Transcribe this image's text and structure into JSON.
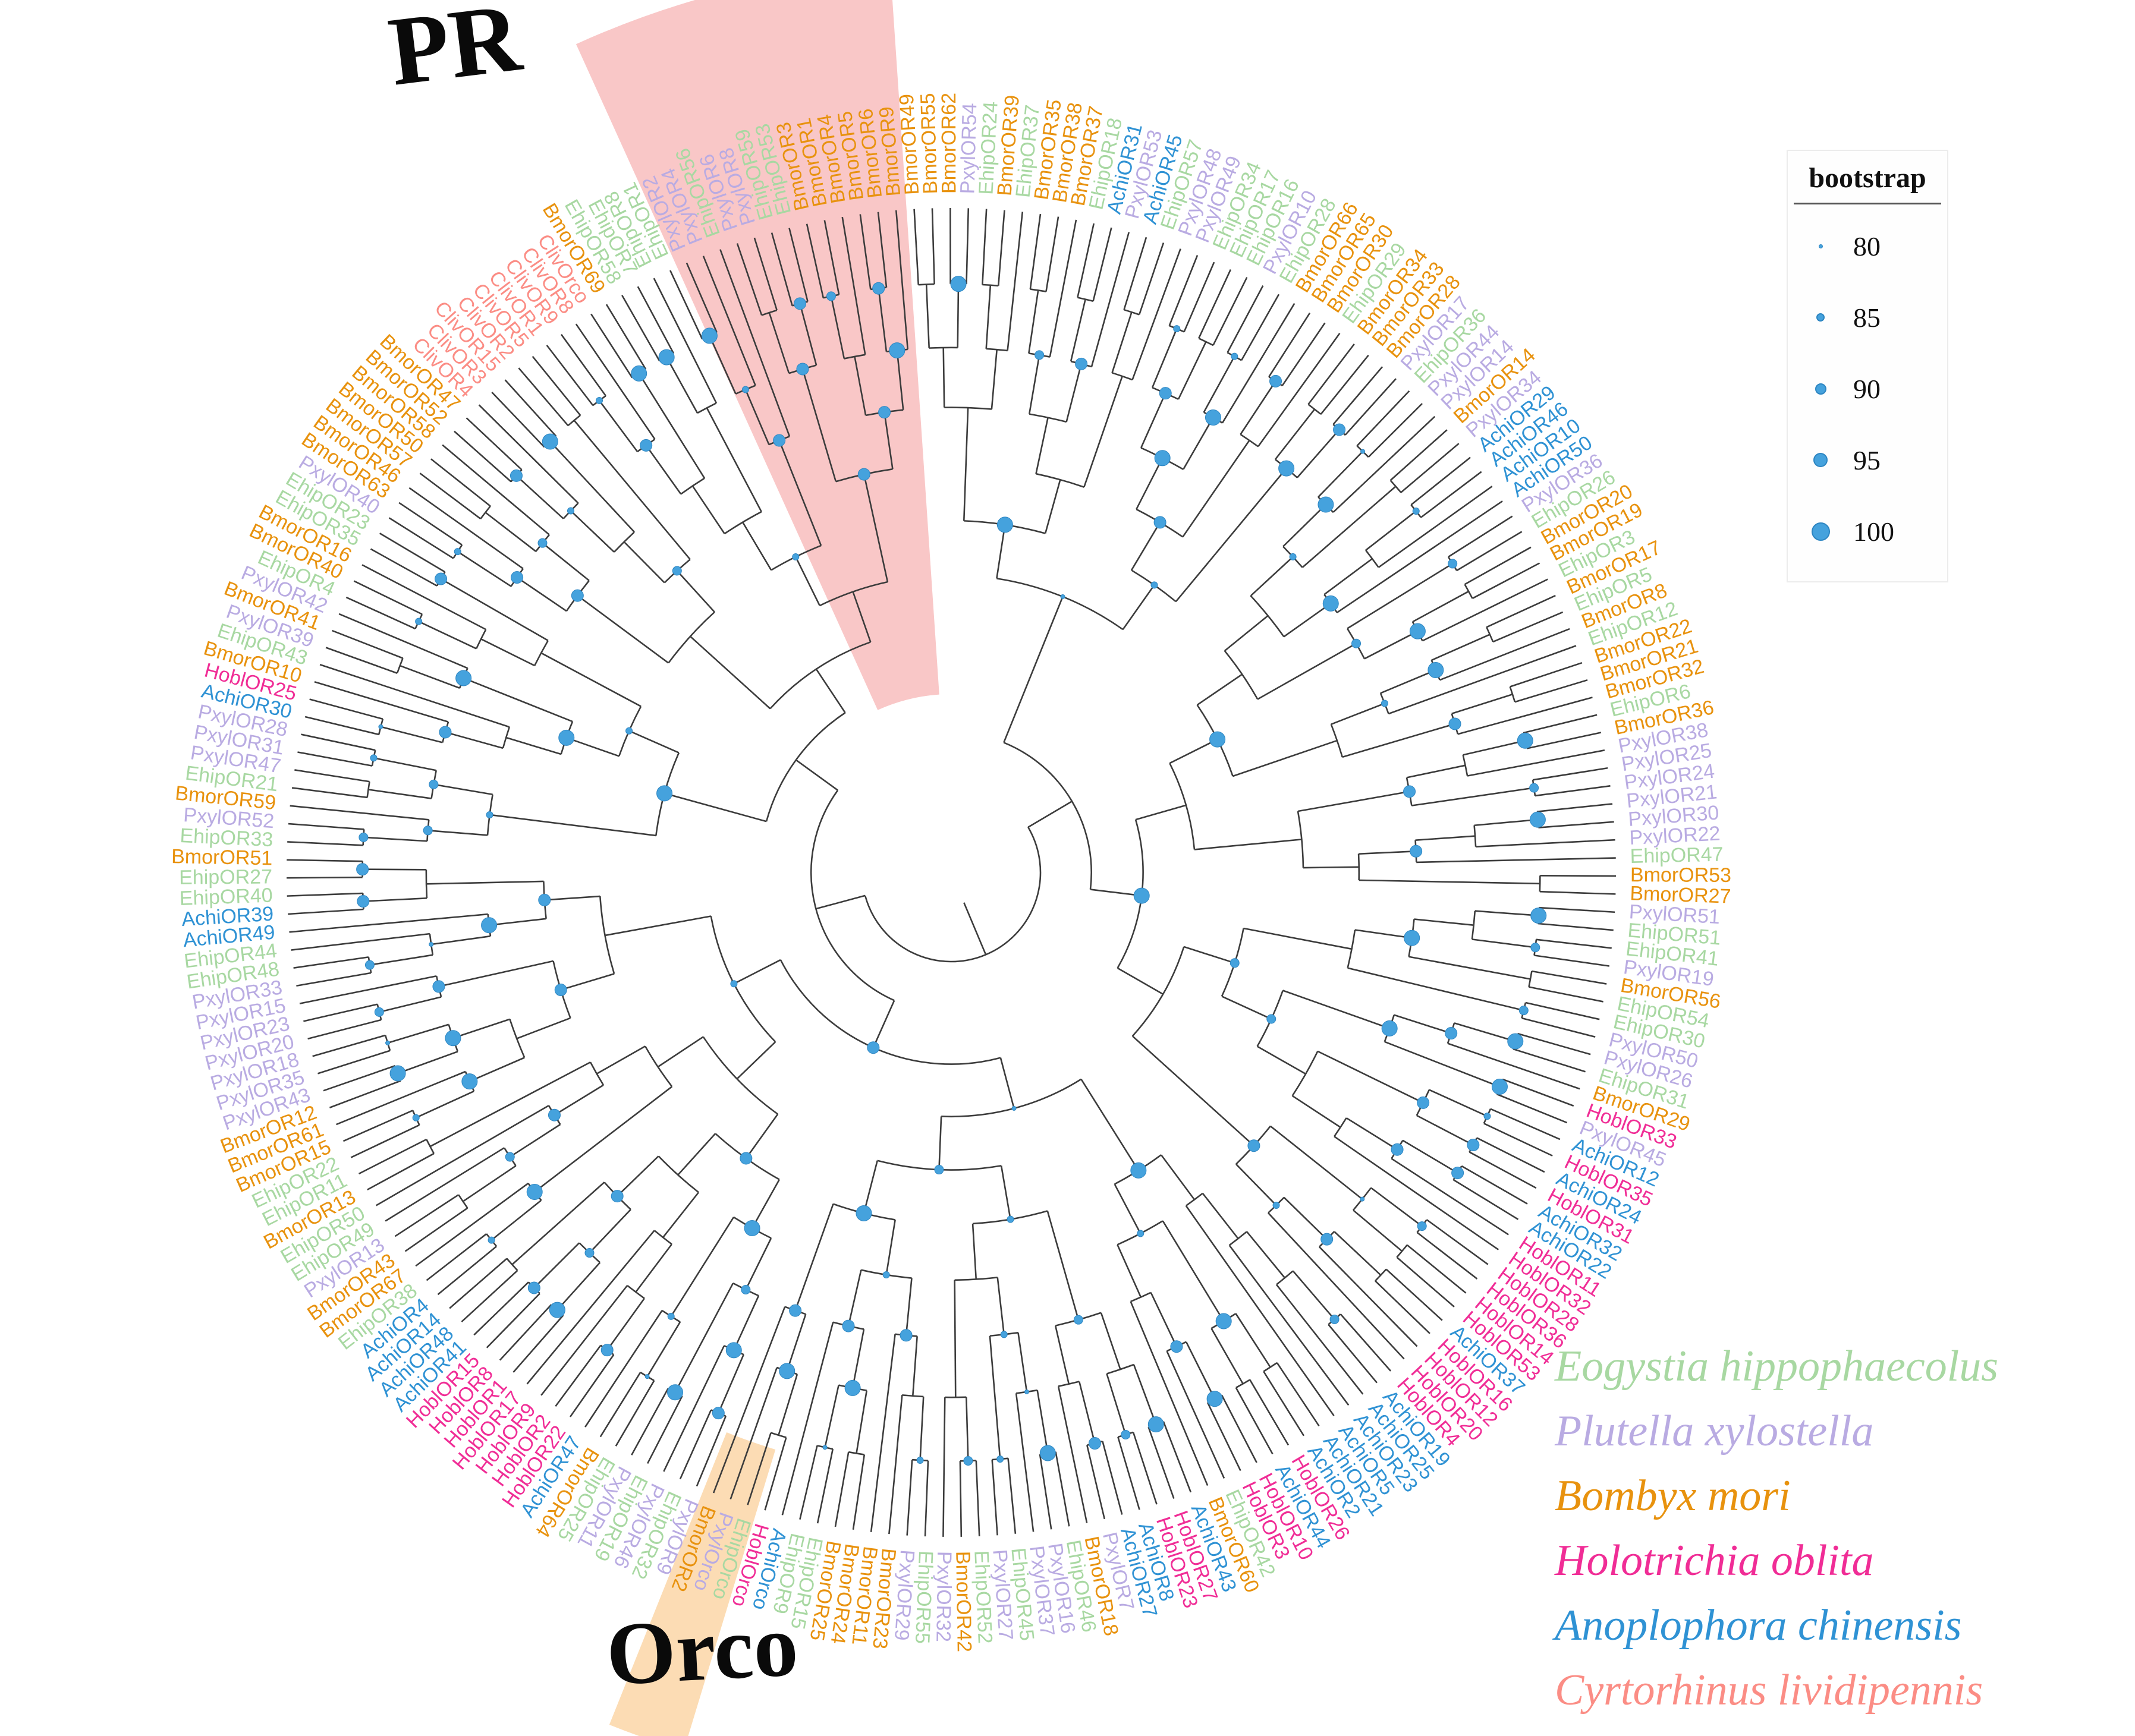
{
  "figure": {
    "annotations": {
      "pr": "PR",
      "orco": "Orco"
    }
  },
  "legend_bootstrap": {
    "title": "bootstrap",
    "values": [
      "80",
      "85",
      "90",
      "95",
      "100"
    ]
  },
  "legend_species": {
    "items": [
      {
        "label": "Eogystia hippophaecolus",
        "color": "#a8d8a2"
      },
      {
        "label": "Plutella xylostella",
        "color": "#b9abe2"
      },
      {
        "label": "Bombyx mori",
        "color": "#e8920e"
      },
      {
        "label": "Holotrichia oblita",
        "color": "#f02d96"
      },
      {
        "label": "Anoplophora chinensis",
        "color": "#2f92d4"
      },
      {
        "label": "Cyrtorhinus lividipennis",
        "color": "#fb8d85"
      }
    ]
  },
  "colors": {
    "eogystia": "#a8d8a2",
    "plutella": "#b9abe2",
    "bombyx": "#e8920e",
    "holotrichia": "#f02d96",
    "anoplophora": "#2f92d4",
    "cyrtorhinus": "#fb8d85",
    "bootstrap_dot": "#45a2dd",
    "pr_highlight": "#f9c7c7",
    "orco_highlight": "#fcdcb4",
    "tree_line": "#3c3c3c"
  },
  "chart_data": {
    "type": "circular-phylogenetic-tree",
    "title": "",
    "legend_position": {
      "bootstrap": "top-right",
      "species": "bottom-right"
    },
    "bootstrap": {
      "title": "bootstrap",
      "values": [
        80,
        85,
        90,
        95,
        100
      ]
    },
    "species_prefixes": {
      "Ehip": "Eogystia hippophaecolus",
      "Pxyl": "Plutella xylostella",
      "Bmor": "Bombyx mori",
      "Hobl": "Holotrichia oblita",
      "Achi": "Anoplophora chinensis",
      "Cliv": "Cyrtorhinus lividipennis"
    },
    "clades": [
      {
        "label": "PR",
        "tip_indices": [
          218,
          230
        ]
      },
      {
        "label": "Orco",
        "tip_indices": [
          129,
          131
        ]
      }
    ],
    "tips": [
      "BmorOR49",
      "BmorOR55",
      "BmorOR62",
      "PxylOR54",
      "EhipOR24",
      "BmorOR39",
      "EhipOR37",
      "BmorOR35",
      "BmorOR38",
      "BmorOR37",
      "EhipOR18",
      "AchiOR31",
      "PxylOR53",
      "AchiOR45",
      "EhipOR57",
      "PxylOR48",
      "PxylOR49",
      "EhipOR34",
      "EhipOR17",
      "EhipOR16",
      "PxylOR10",
      "EhipOR28",
      "BmorOR66",
      "BmorOR65",
      "BmorOR30",
      "EhipOR29",
      "BmorOR34",
      "BmorOR33",
      "BmorOR28",
      "PxylOR17",
      "EhipOR36",
      "PxylOR44",
      "PxylOR14",
      "BmorOR14",
      "PxylOR34",
      "AchiOR29",
      "AchiOR46",
      "AchiOR10",
      "AchiOR50",
      "PxylOR36",
      "EhipOR26",
      "BmorOR20",
      "BmorOR19",
      "EhipOR3",
      "BmorOR17",
      "EhipOR5",
      "BmorOR8",
      "EhipOR12",
      "BmorOR22",
      "BmorOR21",
      "BmorOR32",
      "EhipOR6",
      "BmorOR36",
      "PxylOR38",
      "PxylOR25",
      "PxylOR24",
      "PxylOR21",
      "PxylOR30",
      "PxylOR22",
      "EhipOR47",
      "BmorOR53",
      "BmorOR27",
      "PxylOR51",
      "EhipOR51",
      "EhipOR41",
      "PxylOR19",
      "BmorOR56",
      "EhipOR54",
      "EhipOR30",
      "PxylOR50",
      "PxylOR26",
      "EhipOR31",
      "BmorOR29",
      "HoblOR33",
      "PxylOR45",
      "AchiOR12",
      "HoblOR35",
      "AchiOR24",
      "HoblOR31",
      "AchiOR32",
      "AchiOR22",
      "HoblOR11",
      "HoblOR32",
      "HoblOR28",
      "HoblOR36",
      "HoblOR14",
      "HoblOR53",
      "AchiOR37",
      "HoblOR16",
      "HoblOR12",
      "HoblOR20",
      "HoblOR4",
      "AchiOR19",
      "AchiOR25",
      "AchiOR23",
      "AchiOR5",
      "AchiOR21",
      "AchiOR2",
      "HoblOR26",
      "AchiOR44",
      "HoblOR10",
      "HoblOR3",
      "EhipOR42",
      "BmorOR60",
      "AchiOR43",
      "HoblOR27",
      "HoblOR23",
      "AchiOR8",
      "AchiOR27",
      "PxylOR7",
      "BmorOR18",
      "EhipOR46",
      "PxylOR16",
      "PxylOR37",
      "EhipOR45",
      "PxylOR27",
      "EhipOR52",
      "BmorOR42",
      "PxylOR32",
      "EhipOR55",
      "PxylOR29",
      "BmorOR23",
      "BmorOR11",
      "BmorOR24",
      "BmorOR25",
      "EhipOR15",
      "EhipOR9",
      "AchiOrco",
      "HoblOrco",
      "EhipOrco",
      "PxylOrco",
      "BmorOR2",
      "PxylOR9",
      "EhipOR32",
      "PxylOR46",
      "EhipOR19",
      "PxylOR11",
      "EhipOR25",
      "BmorOR64",
      "AchiOR47",
      "HoblOR22",
      "HoblOR2",
      "HoblOR9",
      "HoblOR17",
      "HoblOR1",
      "HoblOR8",
      "HoblOR15",
      "AchiOR41",
      "AchiOR48",
      "AchiOR14",
      "AchiOR4",
      "EhipOR38",
      "BmorOR67",
      "BmorOR43",
      "PxylOR13",
      "EhipOR49",
      "EhipOR50",
      "BmorOR13",
      "EhipOR11",
      "EhipOR22",
      "BmorOR15",
      "BmorOR61",
      "BmorOR12",
      "PxylOR43",
      "PxylOR35",
      "PxylOR18",
      "PxylOR20",
      "PxylOR23",
      "PxylOR15",
      "PxylOR33",
      "EhipOR48",
      "EhipOR44",
      "AchiOR49",
      "AchiOR39",
      "EhipOR40",
      "EhipOR27",
      "BmorOR51",
      "EhipOR33",
      "PxylOR52",
      "BmorOR59",
      "EhipOR21",
      "PxylOR47",
      "PxylOR31",
      "PxylOR28",
      "AchiOR30",
      "HoblOR25",
      "BmorOR10",
      "EhipOR43",
      "PxylOR39",
      "BmorOR41",
      "PxylOR42",
      "EhipOR4",
      "BmorOR40",
      "BmorOR16",
      "EhipOR35",
      "EhipOR23",
      "PxylOR40",
      "BmorOR63",
      "BmorOR46",
      "BmorOR57",
      "BmorOR50",
      "BmorOR58",
      "BmorOR52",
      "BmorOR47",
      "ClivOR4",
      "ClivOR3",
      "ClivOR15",
      "ClivOR2",
      "ClivOR5",
      "ClivOR1",
      "ClivOR9",
      "ClivOR8",
      "ClivOrco",
      "BmorOR69",
      "EhipOR58",
      "EhipOR7",
      "EhipOR8",
      "EhipOR1",
      "PxylOR2",
      "PxylOR4",
      "EhipOR56",
      "PxylOR6",
      "PxylOR8",
      "EhipOR59",
      "EhipOR53",
      "BmorOR3",
      "BmorOR1",
      "BmorOR4",
      "BmorOR5",
      "BmorOR6",
      "BmorOR9"
    ]
  }
}
